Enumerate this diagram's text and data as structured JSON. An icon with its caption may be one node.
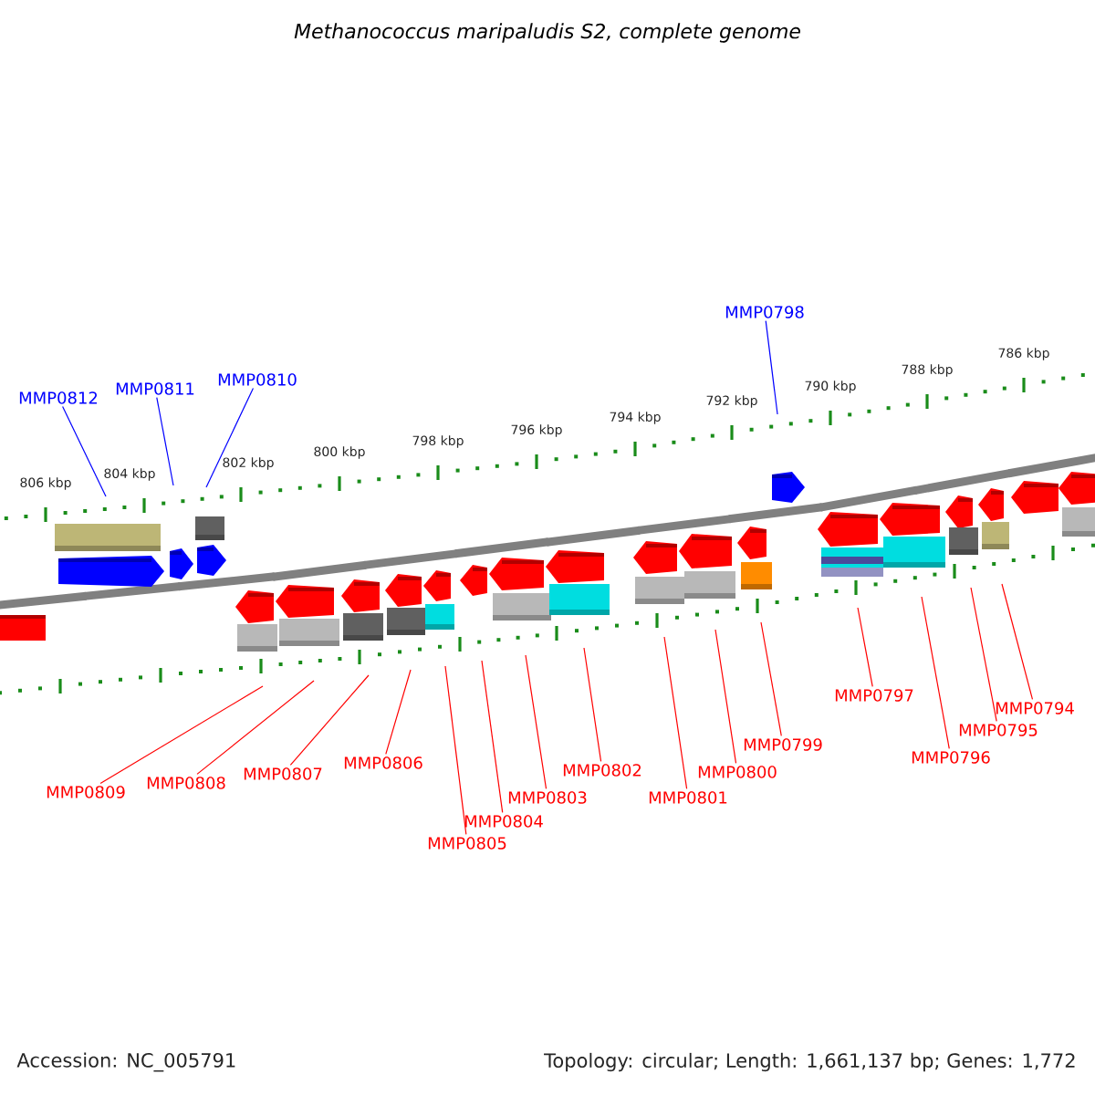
{
  "diagram": {
    "title": "Methanococcus maripaludis S2, complete genome",
    "nodes": [
      {
        "text": [
          "MMP0812"
        ]
      },
      {
        "text": [
          "MMP0811"
        ]
      },
      {
        "text": [
          "MMP0810"
        ]
      },
      {
        "text": [
          "MMP0798"
        ]
      },
      {
        "text": [
          "MMP0809"
        ]
      },
      {
        "text": [
          "MMP0808"
        ]
      },
      {
        "text": [
          "MMP0807"
        ]
      },
      {
        "text": [
          "MMP0806"
        ]
      },
      {
        "text": [
          "MMP0805"
        ]
      },
      {
        "text": [
          "MMP0804"
        ]
      },
      {
        "text": [
          "MMP0803"
        ]
      },
      {
        "text": [
          "MMP0802"
        ]
      },
      {
        "text": [
          "MMP0801"
        ]
      },
      {
        "text": [
          "MMP0800"
        ]
      },
      {
        "text": [
          "MMP0799"
        ]
      },
      {
        "text": [
          "MMP0797"
        ]
      },
      {
        "text": [
          "MMP0796"
        ]
      },
      {
        "text": [
          "MMP0795"
        ]
      },
      {
        "text": [
          "MMP0794"
        ]
      }
    ],
    "edges": [
      {
        "from": 0,
        "to": null,
        "arrow": "none",
        "color": "#0000ff"
      },
      {
        "from": 1,
        "to": null,
        "arrow": "none",
        "color": "#0000ff"
      },
      {
        "from": 2,
        "to": null,
        "arrow": "none",
        "color": "#0000ff"
      },
      {
        "from": 3,
        "to": null,
        "arrow": "none",
        "color": "#0000ff"
      },
      {
        "from": 4,
        "to": null,
        "arrow": "none"
      },
      {
        "from": 5,
        "to": null,
        "arrow": "none"
      },
      {
        "from": 6,
        "to": null,
        "arrow": "none"
      },
      {
        "from": 7,
        "to": null,
        "arrow": "none"
      },
      {
        "from": 8,
        "to": null,
        "arrow": "none"
      },
      {
        "from": 9,
        "to": null,
        "arrow": "none"
      },
      {
        "from": 10,
        "to": null,
        "arrow": "none"
      },
      {
        "from": 11,
        "to": null,
        "arrow": "none"
      },
      {
        "from": 12,
        "to": null,
        "arrow": "none"
      },
      {
        "from": 13,
        "to": null,
        "arrow": "none"
      },
      {
        "from": 14,
        "to": null,
        "arrow": "none"
      },
      {
        "from": 15,
        "to": null,
        "arrow": "none"
      },
      {
        "from": 16,
        "to": null,
        "arrow": "none"
      },
      {
        "from": 17,
        "to": null,
        "arrow": "none"
      },
      {
        "from": 18,
        "to": null,
        "arrow": "none"
      }
    ],
    "labels": [
      "806 kbp",
      "804 kbp",
      "802 kbp",
      "800 kbp",
      "798 kbp",
      "796 kbp",
      "794 kbp",
      "792 kbp",
      "790 kbp",
      "788 kbp",
      "786 kbp",
      "Accession: NC_005791",
      "Topology: circular; Length: 1,661,137 bp; Genes: 1,772"
    ]
  }
}
